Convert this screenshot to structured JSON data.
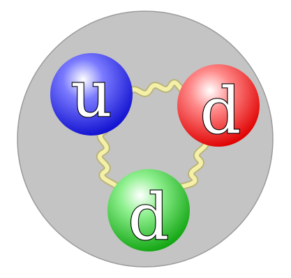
{
  "hadron": {
    "fill_color": "#c4c4c4",
    "stroke_color": "#9a9a9a"
  },
  "quarks": [
    {
      "id": "up",
      "label": "u",
      "color": "#1010d0",
      "highlight": "#7a7aff"
    },
    {
      "id": "down-right",
      "label": "d",
      "color": "#e00000",
      "highlight": "#ff8a8a"
    },
    {
      "id": "down-bottom",
      "label": "d",
      "color": "#11a511",
      "highlight": "#8ef08e"
    }
  ],
  "gluons": {
    "color": "#f4f0a8",
    "outline_color": "#b9b47a"
  }
}
